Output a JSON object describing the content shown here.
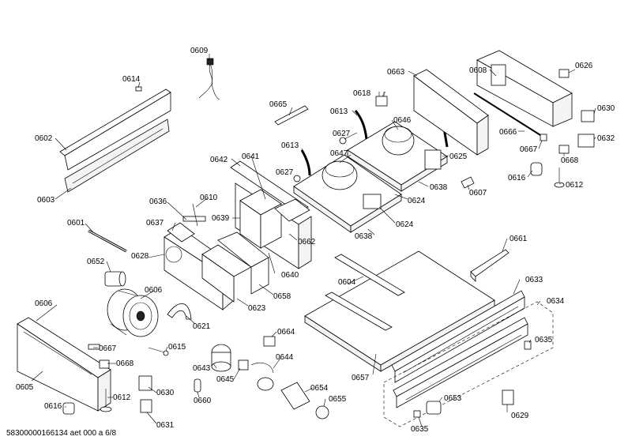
{
  "footer": {
    "doc_ref": "58300000166134 aet 000 a 6/8"
  },
  "callouts": [
    "0601",
    "0602",
    "0603",
    "0604",
    "0605",
    "0606",
    "0606",
    "0607",
    "0608",
    "0609",
    "0610",
    "0612",
    "0612",
    "0613",
    "0613",
    "0614",
    "0615",
    "0616",
    "0616",
    "0618",
    "0621",
    "0623",
    "0624",
    "0624",
    "0625",
    "0626",
    "0627",
    "0627",
    "0628",
    "0629",
    "0630",
    "0630",
    "0631",
    "0632",
    "0633",
    "0634",
    "0635",
    "0635",
    "0636",
    "0637",
    "0638",
    "0638",
    "0639",
    "0640",
    "0641",
    "0642",
    "0643",
    "0644",
    "0645",
    "0646",
    "0647",
    "0652",
    "0653",
    "0654",
    "0655",
    "0657",
    "0658",
    "0660",
    "0661",
    "0662",
    "0663",
    "0664",
    "0665",
    "0666",
    "0667",
    "0667",
    "0668",
    "0668"
  ]
}
